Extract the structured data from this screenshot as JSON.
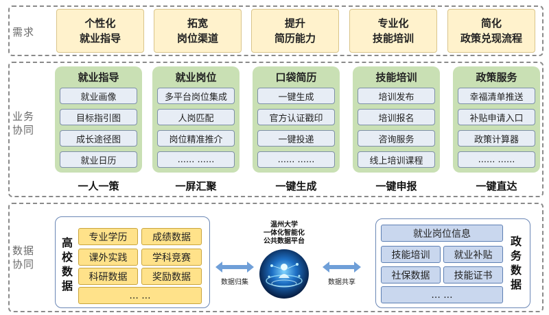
{
  "sections": {
    "demand_label": "需求",
    "business_label_1": "业务",
    "business_label_2": "协同",
    "data_label_1": "数据",
    "data_label_2": "协同"
  },
  "demands": [
    {
      "line1": "个性化",
      "line2": "就业指导"
    },
    {
      "line1": "拓宽",
      "line2": "岗位渠道"
    },
    {
      "line1": "提升",
      "line2": "简历能力"
    },
    {
      "line1": "专业化",
      "line2": "技能培训"
    },
    {
      "line1": "简化",
      "line2": "政策兑现流程"
    }
  ],
  "columns": [
    {
      "title": "就业指导",
      "items": [
        "就业画像",
        "目标指引图",
        "成长途径图",
        "就业日历"
      ],
      "slogan": "一人一策"
    },
    {
      "title": "就业岗位",
      "items": [
        "多平台岗位集成",
        "人岗匹配",
        "岗位精准推介",
        "...... ......"
      ],
      "slogan": "一屏汇聚"
    },
    {
      "title": "口袋简历",
      "items": [
        "一键生成",
        "官方认证戳印",
        "一键投递",
        "...... ......"
      ],
      "slogan": "一键生成"
    },
    {
      "title": "技能培训",
      "items": [
        "培训发布",
        "培训报名",
        "咨询服务",
        "线上培训课程"
      ],
      "slogan": "一键申报"
    },
    {
      "title": "政策服务",
      "items": [
        "幸福清单推送",
        "补贴申请入口",
        "政策计算器",
        "...... ......"
      ],
      "slogan": "一键直达"
    }
  ],
  "university": {
    "title_chars": [
      "高",
      "校",
      "数",
      "据"
    ],
    "items": [
      "专业学历",
      "成绩数据",
      "课外实践",
      "学科竞赛",
      "科研数据",
      "奖励数据",
      "... ..."
    ]
  },
  "government": {
    "title_chars": [
      "政",
      "务",
      "数",
      "据"
    ],
    "items": [
      "就业岗位信息",
      "技能培训",
      "就业补贴",
      "社保数据",
      "技能证书",
      "... ..."
    ]
  },
  "platform": {
    "line1": "温州大学",
    "line2": "一体化智能化",
    "line3": "公共数据平台"
  },
  "arrows": {
    "left_label": "数据归集",
    "right_label": "数据共享"
  },
  "colors": {
    "demand_fill": "#fff2cc",
    "column_fill": "#c9e0b4",
    "item_fill": "#e7edf5",
    "university_item_fill": "#ffe28a",
    "government_item_fill": "#c9d7ee",
    "arrow": "#6f9fd8"
  }
}
